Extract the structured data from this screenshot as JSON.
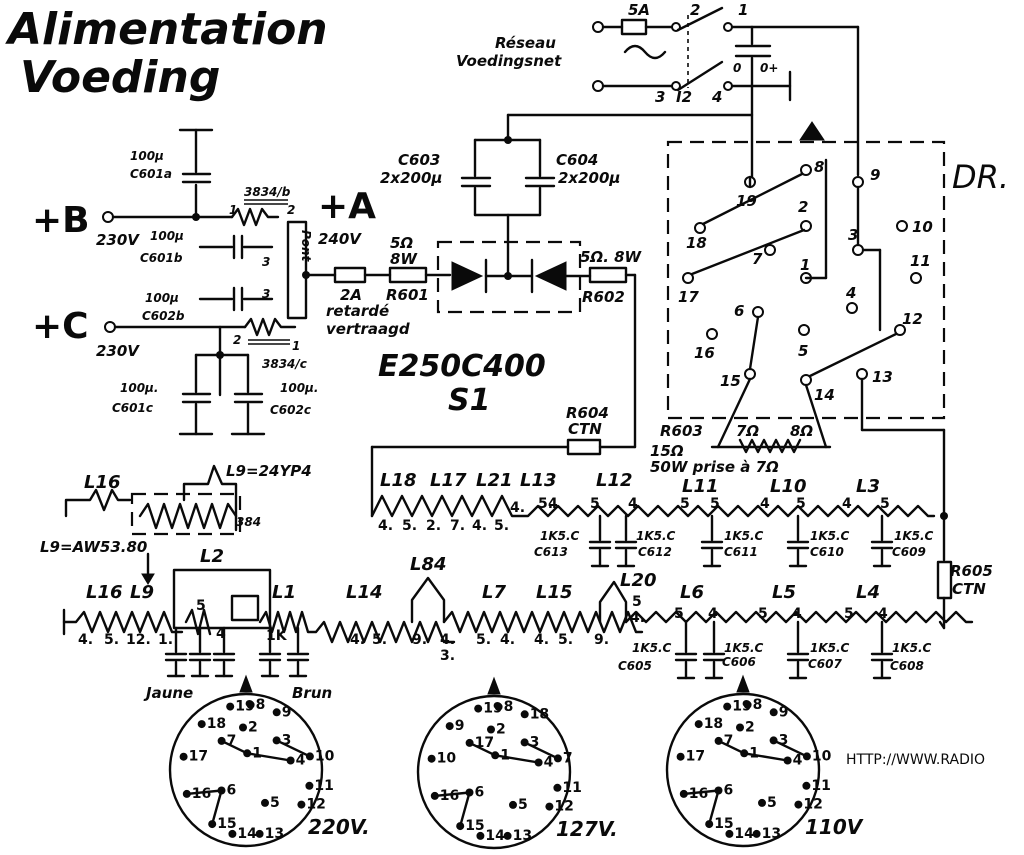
{
  "title": {
    "line1": "Alimentation",
    "line2": "Voeding"
  },
  "mains": {
    "fuse": "5A",
    "label_fr": "Réseau",
    "label_nl": "Voedingsnet",
    "switch": "I2",
    "terms": {
      "t1": "1",
      "t2": "2",
      "t3": "3",
      "t4": "4"
    },
    "cap_minus": "0",
    "cap_plus": "0+"
  },
  "rails": {
    "B": "+B",
    "B_v": "230V",
    "A": "+A",
    "A_v": "240V",
    "C": "+C",
    "C_v": "230V"
  },
  "caps": {
    "c601a_val": "100µ",
    "c601a": "C601a",
    "c601b_val": "100µ",
    "c601b": "C601b",
    "c602b_val": "100µ",
    "c602b": "C602b",
    "c601c_val": "100µ.",
    "c601c": "C601c",
    "c602c_val": "100µ.",
    "c602c": "C602c",
    "c603": "C603",
    "c603_val": "2x200µ",
    "c604": "C604",
    "c604_val": "2x200µ"
  },
  "chokes": {
    "ch_b": "3834/b",
    "ch_c": "3834/c",
    "n1": "1",
    "n2": "2",
    "n3": "3",
    "n3b": "3",
    "n2b": "2",
    "n1b": "1",
    "bridge": "Pont"
  },
  "fuse2": {
    "val": "2A",
    "desc1": "retardé",
    "desc2": "vertraagd"
  },
  "resistors": {
    "r601_val": "5Ω",
    "r601_w": "8W",
    "r601": "R601",
    "r602_val": "5Ω. 8W",
    "r602": "R602",
    "r604": "R604",
    "r604_t": "CTN",
    "r605": "R605",
    "r605_t": "CTN",
    "r603": "R603",
    "r603_val": "15Ω",
    "r603_w": "50W prise à 7Ω",
    "r603_a": "7Ω",
    "r603_b": "8Ω"
  },
  "rectifier": {
    "type": "E250C400",
    "name": "S1"
  },
  "dr": {
    "label": "DR.",
    "pins": [
      "19",
      "18",
      "17",
      "8",
      "2",
      "7",
      "1",
      "9",
      "3",
      "10",
      "11",
      "4",
      "6",
      "5",
      "16",
      "12",
      "13",
      "14",
      "15"
    ]
  },
  "filaments_upper": {
    "l9_note": "L9=24YP4",
    "l16": "L16",
    "l9_type": "L9=AW53.80",
    "l9_code": "384",
    "tubes": [
      "L18",
      "L17",
      "L21",
      "L13",
      "L12",
      "L11",
      "L10",
      "L3"
    ],
    "pins": [
      "4.",
      "5.",
      "2.",
      "7.",
      "4.",
      "5.",
      "4.",
      "5.",
      "5",
      "4",
      "5",
      "4",
      "5",
      "4",
      "5",
      "4",
      "5"
    ],
    "caps": [
      "1K5.C",
      "C613",
      "1K5.C",
      "C612",
      "1K5.C",
      "C611",
      "1K5.C",
      "C610",
      "1K5.C",
      "C609"
    ]
  },
  "filaments_lower": {
    "tubes": [
      "L16",
      "L9",
      "L2",
      "L1",
      "L14",
      "L84",
      "L7",
      "L15",
      "L20",
      "L6",
      "L5",
      "L4"
    ],
    "pins": [
      "4.",
      "5.",
      "12.",
      "1.",
      "5",
      "4",
      "1K",
      "4.",
      "5.",
      "9.",
      "4.",
      "3.",
      "5.",
      "4.",
      "4.",
      "5.",
      "9.",
      "5",
      "4.",
      "5",
      "4",
      "5",
      "4",
      "5",
      "4",
      "5",
      "4",
      "5"
    ],
    "caps": [
      "1K5.C",
      "C605",
      "1K5.C",
      "C606",
      "1K5.C",
      "C607",
      "1K5.C",
      "C608"
    ],
    "jaune": "Jaune",
    "brun": "Brun"
  },
  "selectors": [
    {
      "volt": "220V.",
      "pins": [
        "19",
        "8",
        "18",
        "9",
        "2",
        "3",
        "10",
        "17",
        "7",
        "1",
        "11",
        "4",
        "16",
        "6",
        "5",
        "12",
        "15",
        "14",
        "13"
      ]
    },
    {
      "volt": "127V.",
      "pins": [
        "19",
        "8",
        "9",
        "18",
        "2",
        "3",
        "7",
        "10",
        "17",
        "1",
        "11",
        "4",
        "16",
        "6",
        "5",
        "12",
        "15",
        "14",
        "13"
      ]
    },
    {
      "volt": "110V",
      "pins": [
        "19",
        "8",
        "18",
        "9",
        "2",
        "3",
        "10",
        "17",
        "7",
        "1",
        "11",
        "4",
        "16",
        "6",
        "5",
        "12",
        "15",
        "14",
        "13"
      ]
    }
  ],
  "url": "HTTP://WWW.RADIO"
}
